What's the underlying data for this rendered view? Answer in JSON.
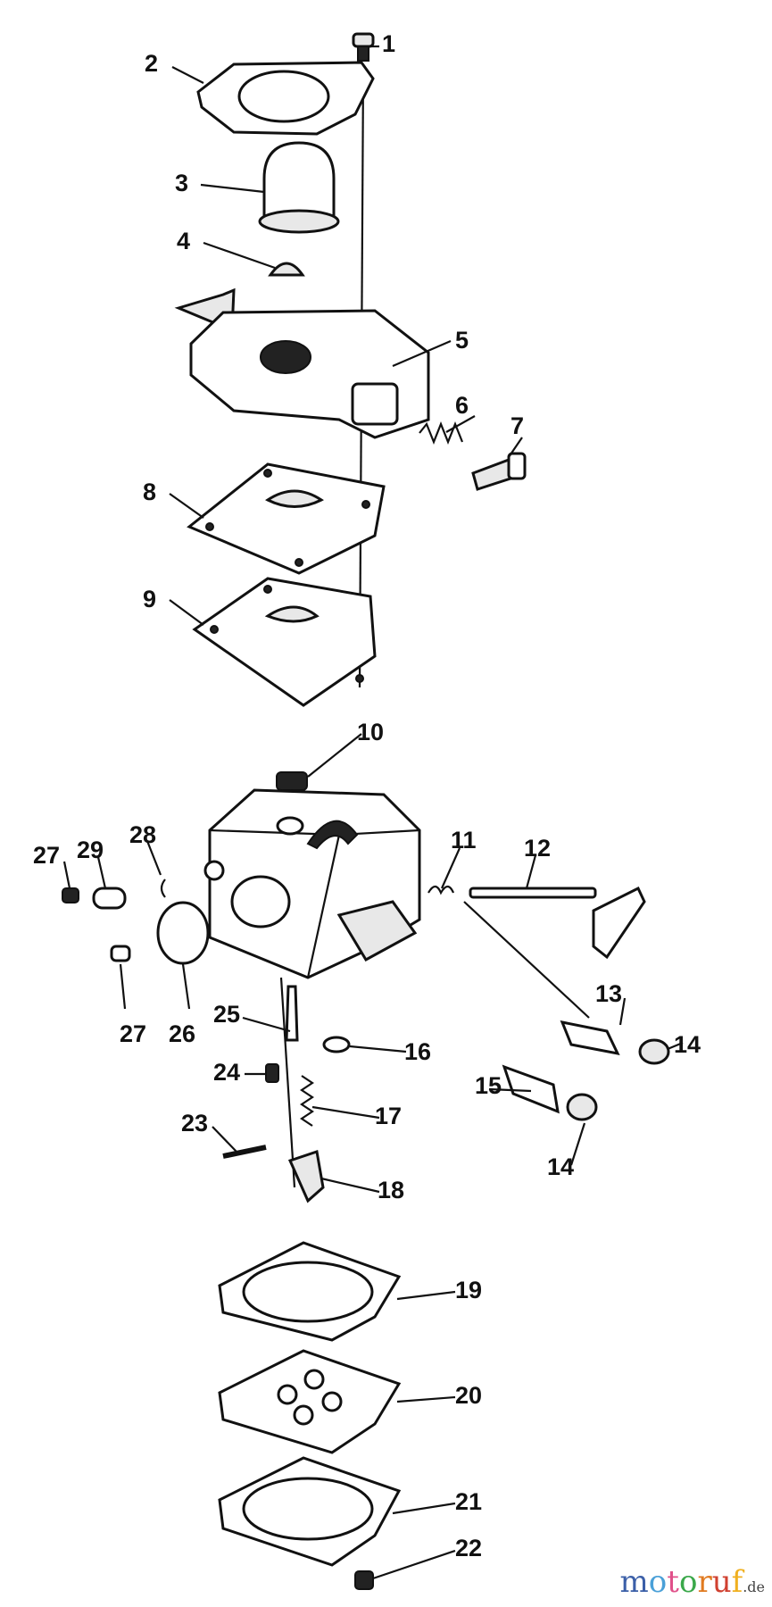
{
  "diagram": {
    "title": "Carburetor exploded parts view",
    "part_labels": [
      "1",
      "2",
      "3",
      "4",
      "5",
      "6",
      "7",
      "8",
      "9",
      "10",
      "11",
      "12",
      "13",
      "14",
      "14",
      "15",
      "16",
      "17",
      "18",
      "19",
      "20",
      "21",
      "22",
      "23",
      "24",
      "25",
      "26",
      "27",
      "27",
      "28",
      "29"
    ]
  },
  "watermark": {
    "text": "motoruf",
    "suffix": ".de",
    "colors": [
      "#3b5fa8",
      "#4aa0d8",
      "#e0508a",
      "#3aa84a",
      "#e07a20",
      "#d04030",
      "#f0b020"
    ]
  }
}
